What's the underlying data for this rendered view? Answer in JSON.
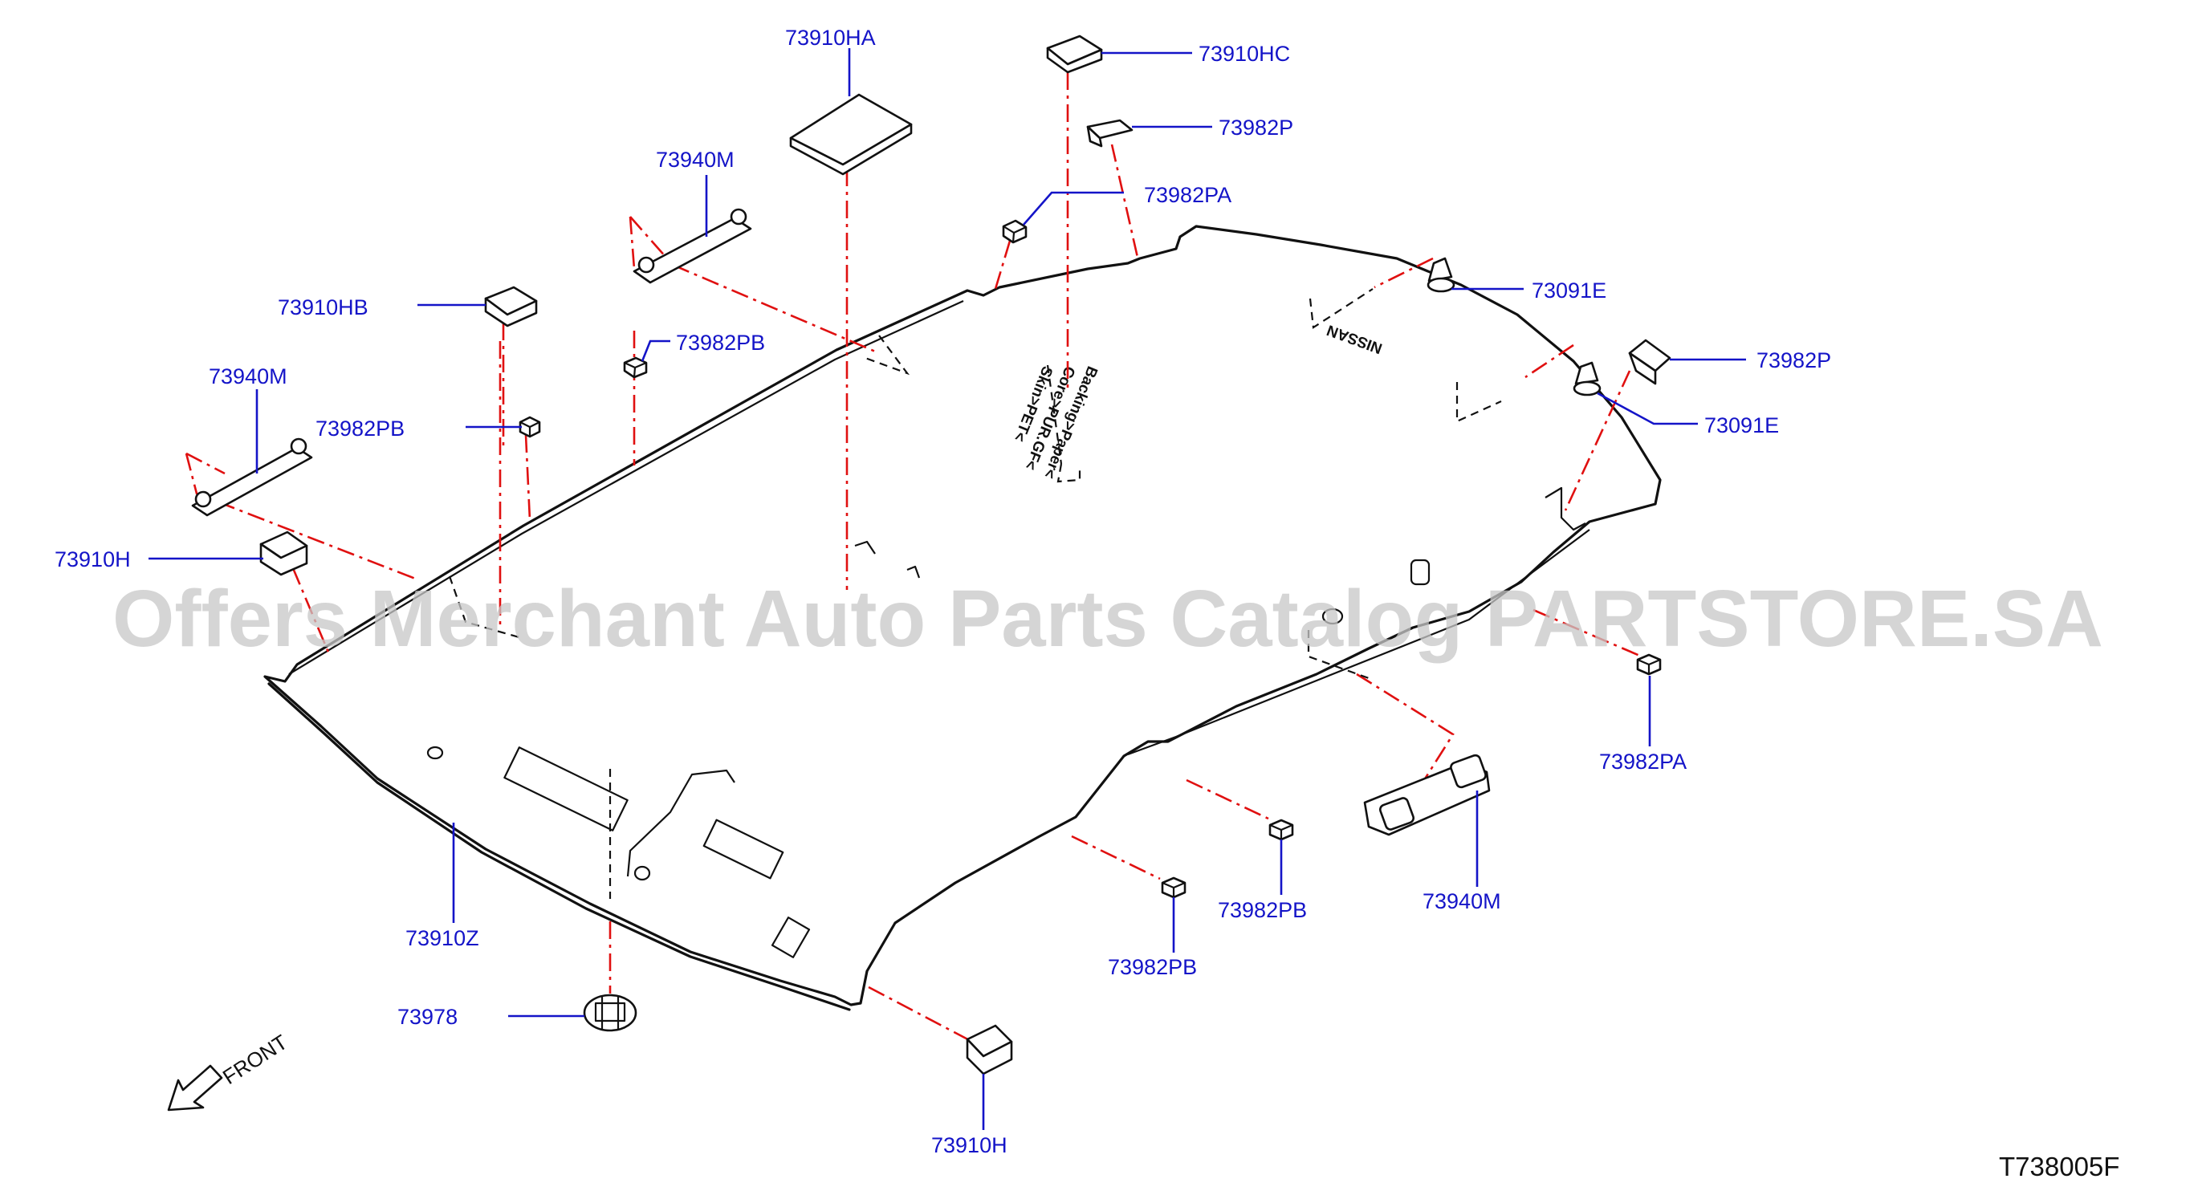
{
  "diagram": {
    "watermark": "Offers Merchant Auto Parts Catalog PARTSTORE.SA",
    "diagram_code": "T738005F",
    "front_label": "FRONT",
    "headlining_stamp": [
      "Skin>PET<",
      "Core>PUR.GF<",
      "Backing>Paper<"
    ],
    "headlining_brand": "NISSAN",
    "parts": [
      {
        "id": "p1",
        "label": "73910HA"
      },
      {
        "id": "p2",
        "label": "73910HC"
      },
      {
        "id": "p3",
        "label": "73982P"
      },
      {
        "id": "p4",
        "label": "73982PA"
      },
      {
        "id": "p5",
        "label": "73940M"
      },
      {
        "id": "p6",
        "label": "73910HB"
      },
      {
        "id": "p7",
        "label": "73982PB"
      },
      {
        "id": "p8",
        "label": "73940M"
      },
      {
        "id": "p9",
        "label": "73982PB"
      },
      {
        "id": "p10",
        "label": "73910H"
      },
      {
        "id": "p11",
        "label": "73091E"
      },
      {
        "id": "p12",
        "label": "73982P"
      },
      {
        "id": "p13",
        "label": "73091E"
      },
      {
        "id": "p14",
        "label": "73982PA"
      },
      {
        "id": "p15",
        "label": "73940M"
      },
      {
        "id": "p16",
        "label": "73982PB"
      },
      {
        "id": "p17",
        "label": "73982PB"
      },
      {
        "id": "p18",
        "label": "73910Z"
      },
      {
        "id": "p19",
        "label": "73978"
      },
      {
        "id": "p20",
        "label": "73910H"
      }
    ]
  }
}
